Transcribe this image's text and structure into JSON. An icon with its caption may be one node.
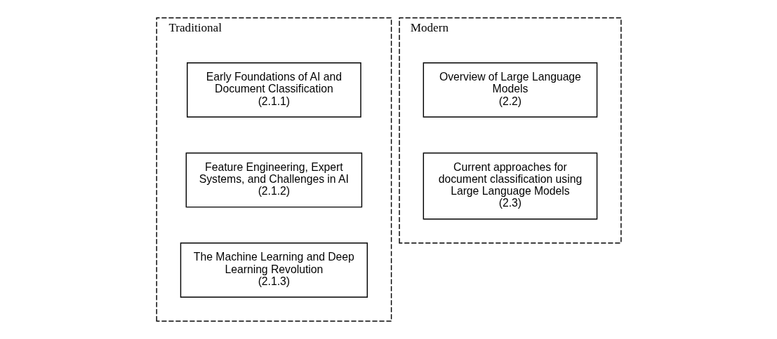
{
  "diagram": {
    "nodes": [
      {
        "text": [
          "Traditional"
        ]
      },
      {
        "text": [
          "Early Foundations of AI and Document Classification",
          "(2.1.1)"
        ],
        "in": 0
      },
      {
        "text": [
          "Feature Engineering, Expert Systems, and Challenges in AI",
          "(2.1.2)"
        ],
        "in": 0
      },
      {
        "text": [
          "The Machine Learning and Deep Learning Revolution",
          "(2.1.3)"
        ],
        "in": 0
      },
      {
        "text": [
          "Modern"
        ]
      },
      {
        "text": [
          "Overview of Large Language Models",
          "(2.2)"
        ],
        "in": 4
      },
      {
        "text": [
          "Current approaches for document classification using Large Language Models",
          "(2.3)"
        ],
        "in": 4
      }
    ],
    "edges": []
  }
}
